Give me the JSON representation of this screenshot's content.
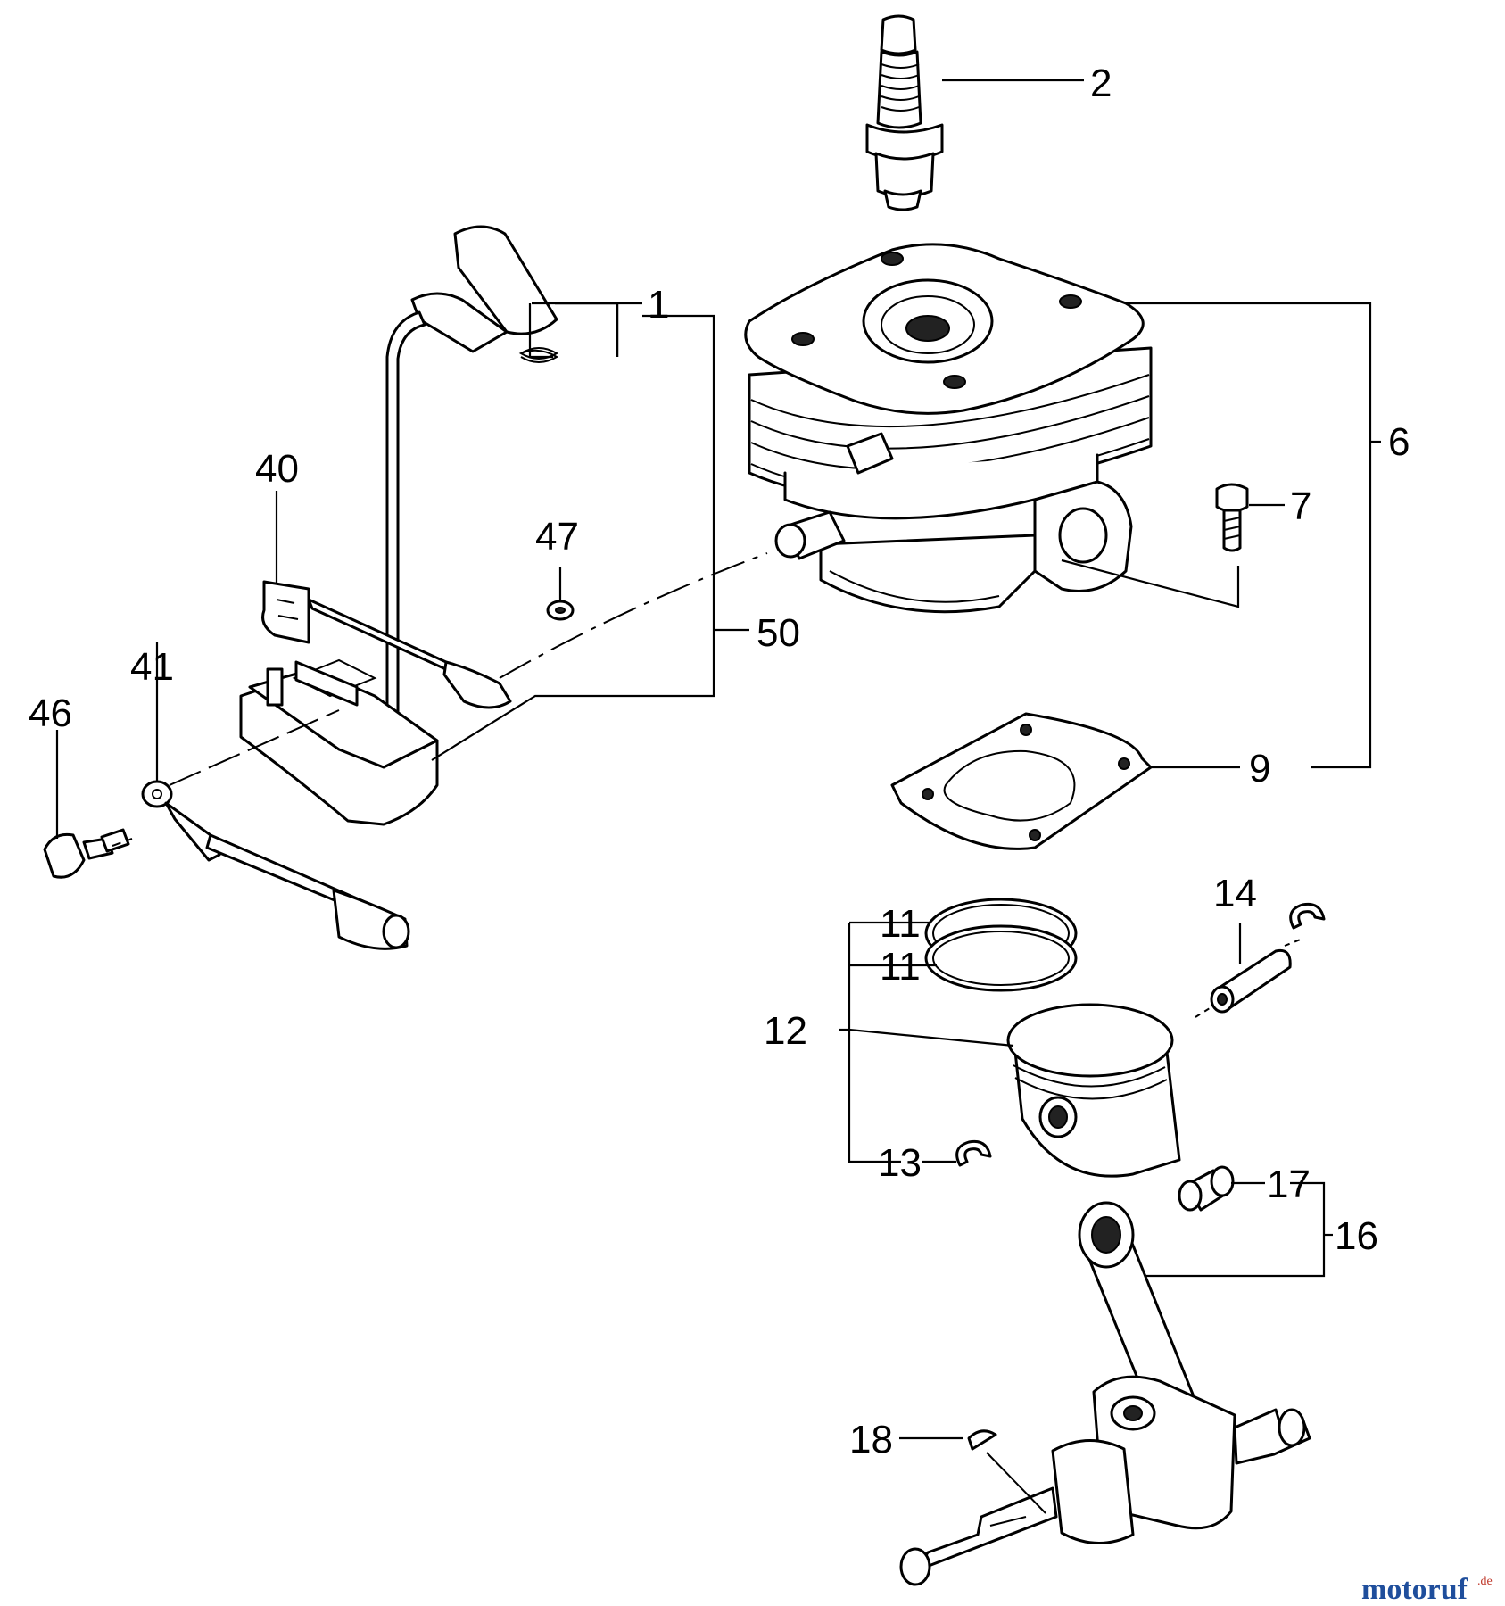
{
  "callouts": {
    "c1": "1",
    "c2": "2",
    "c6": "6",
    "c7": "7",
    "c9": "9",
    "c11a": "11",
    "c11b": "11",
    "c12": "12",
    "c13": "13",
    "c14": "14",
    "c16": "16",
    "c17": "17",
    "c18": "18",
    "c40": "40",
    "c41": "41",
    "c46": "46",
    "c47": "47",
    "c50": "50"
  },
  "watermark": {
    "text_main": "motoruf",
    "text_suffix": ".de",
    "colors": [
      "#1f4e9c",
      "#c0392b"
    ]
  },
  "icons": {
    "spark_plug": "spark-plug-icon",
    "cylinder": "cylinder-icon",
    "ignition_coil": "ignition-coil-icon",
    "piston": "piston-icon",
    "crankshaft": "crankshaft-icon"
  }
}
